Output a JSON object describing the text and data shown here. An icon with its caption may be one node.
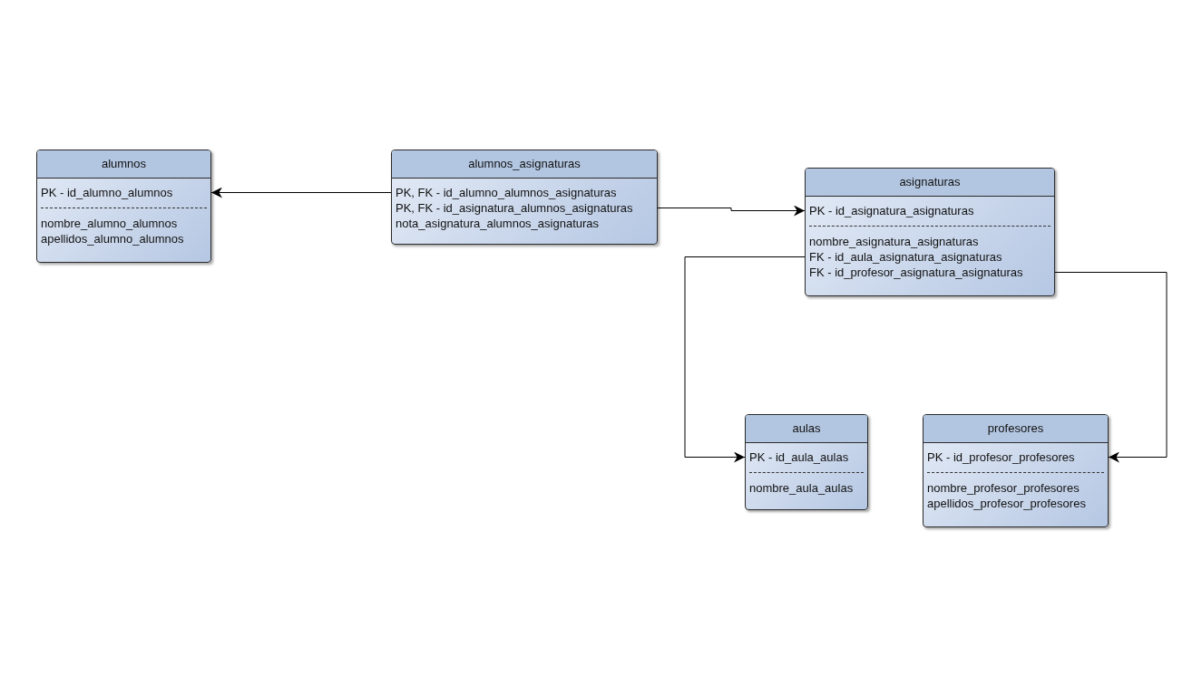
{
  "diagram": {
    "nodes": [
      {
        "text": [
          "alumnos"
        ]
      },
      {
        "text": [
          "PK - id_alumno_alumnos"
        ],
        "in": 0
      },
      {
        "text": [
          "nombre_alumno_alumnos"
        ],
        "in": 0
      },
      {
        "text": [
          "apellidos_alumno_alumnos"
        ],
        "in": 0
      },
      {
        "text": [
          "alumnos_asignaturas"
        ]
      },
      {
        "text": [
          "PK, FK - id_alumno_alumnos_asignaturas"
        ],
        "in": 4
      },
      {
        "text": [
          "PK, FK - id_asignatura_alumnos_asignaturas"
        ],
        "in": 4
      },
      {
        "text": [
          "nota_asignatura_alumnos_asignaturas"
        ],
        "in": 4
      },
      {
        "text": [
          "asignaturas"
        ]
      },
      {
        "text": [
          "PK - id_asignatura_asignaturas"
        ],
        "in": 8
      },
      {
        "text": [
          "nombre_asignatura_asignaturas"
        ],
        "in": 8
      },
      {
        "text": [
          "FK - id_aula_asignatura_asignaturas"
        ],
        "in": 8
      },
      {
        "text": [
          "FK - id_profesor_asignatura_asignaturas"
        ],
        "in": 8
      },
      {
        "text": [
          "aulas"
        ]
      },
      {
        "text": [
          "PK - id_aula_aulas"
        ],
        "in": 13
      },
      {
        "text": [
          "nombre_aula_aulas"
        ],
        "in": 13
      },
      {
        "text": [
          "profesores"
        ]
      },
      {
        "text": [
          "PK - id_profesor_profesores"
        ],
        "in": 16
      },
      {
        "text": [
          "nombre_profesor_profesores"
        ],
        "in": 16
      },
      {
        "text": [
          "apellidos_profesor_profesores"
        ],
        "in": 16
      }
    ],
    "edges": [
      {
        "from": 5,
        "to": 1,
        "arrow": "to"
      },
      {
        "from": 6,
        "to": 9,
        "arrow": "to"
      },
      {
        "from": 11,
        "to": 14,
        "arrow": "to"
      },
      {
        "from": 12,
        "to": 17,
        "arrow": "to"
      }
    ]
  }
}
